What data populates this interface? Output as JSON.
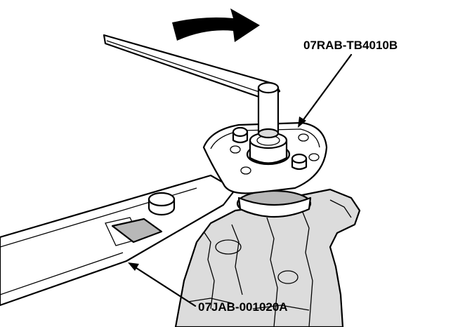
{
  "diagram": {
    "callouts": [
      {
        "id": "tool-top",
        "label": "07RAB-TB4010B"
      },
      {
        "id": "tool-bottom",
        "label": "07JAB-001020A"
      }
    ],
    "arrow_direction": "clockwise",
    "colors": {
      "ink": "#000000",
      "paper": "#ffffff",
      "shade": "#b8b8b8",
      "light_shade": "#dcdcdc"
    }
  }
}
